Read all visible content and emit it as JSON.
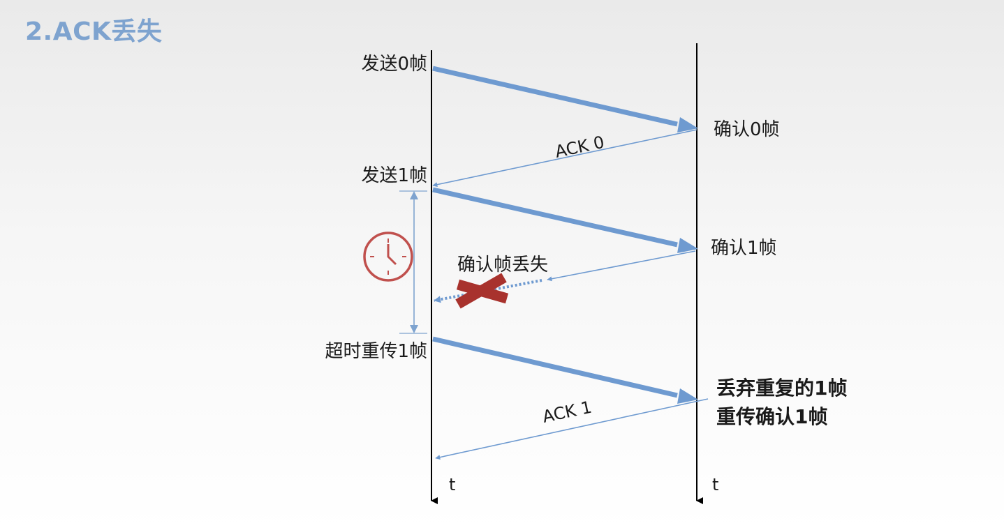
{
  "title": "2.ACK丢失",
  "sender": {
    "send_frame0": "发送0帧",
    "send_frame1": "发送1帧",
    "timeout_resend": "超时重传1帧",
    "time_axis": "t"
  },
  "receiver": {
    "confirm_frame0": "确认0帧",
    "confirm_frame1": "确认1帧",
    "discard_duplicate": "丢弃重复的1帧",
    "resend_ack": "重传确认1帧",
    "time_axis": "t"
  },
  "messages": {
    "ack0": "ACK 0",
    "ack1": "ACK 1",
    "ack_lost": "确认帧丢失"
  },
  "colors": {
    "title": "#7ea3cf",
    "arrow": "#6e9ad0",
    "lost_x": "#b03a35",
    "clock": "#c0504d"
  },
  "icons": {
    "timer": "clock-icon",
    "lost": "cross-icon"
  }
}
